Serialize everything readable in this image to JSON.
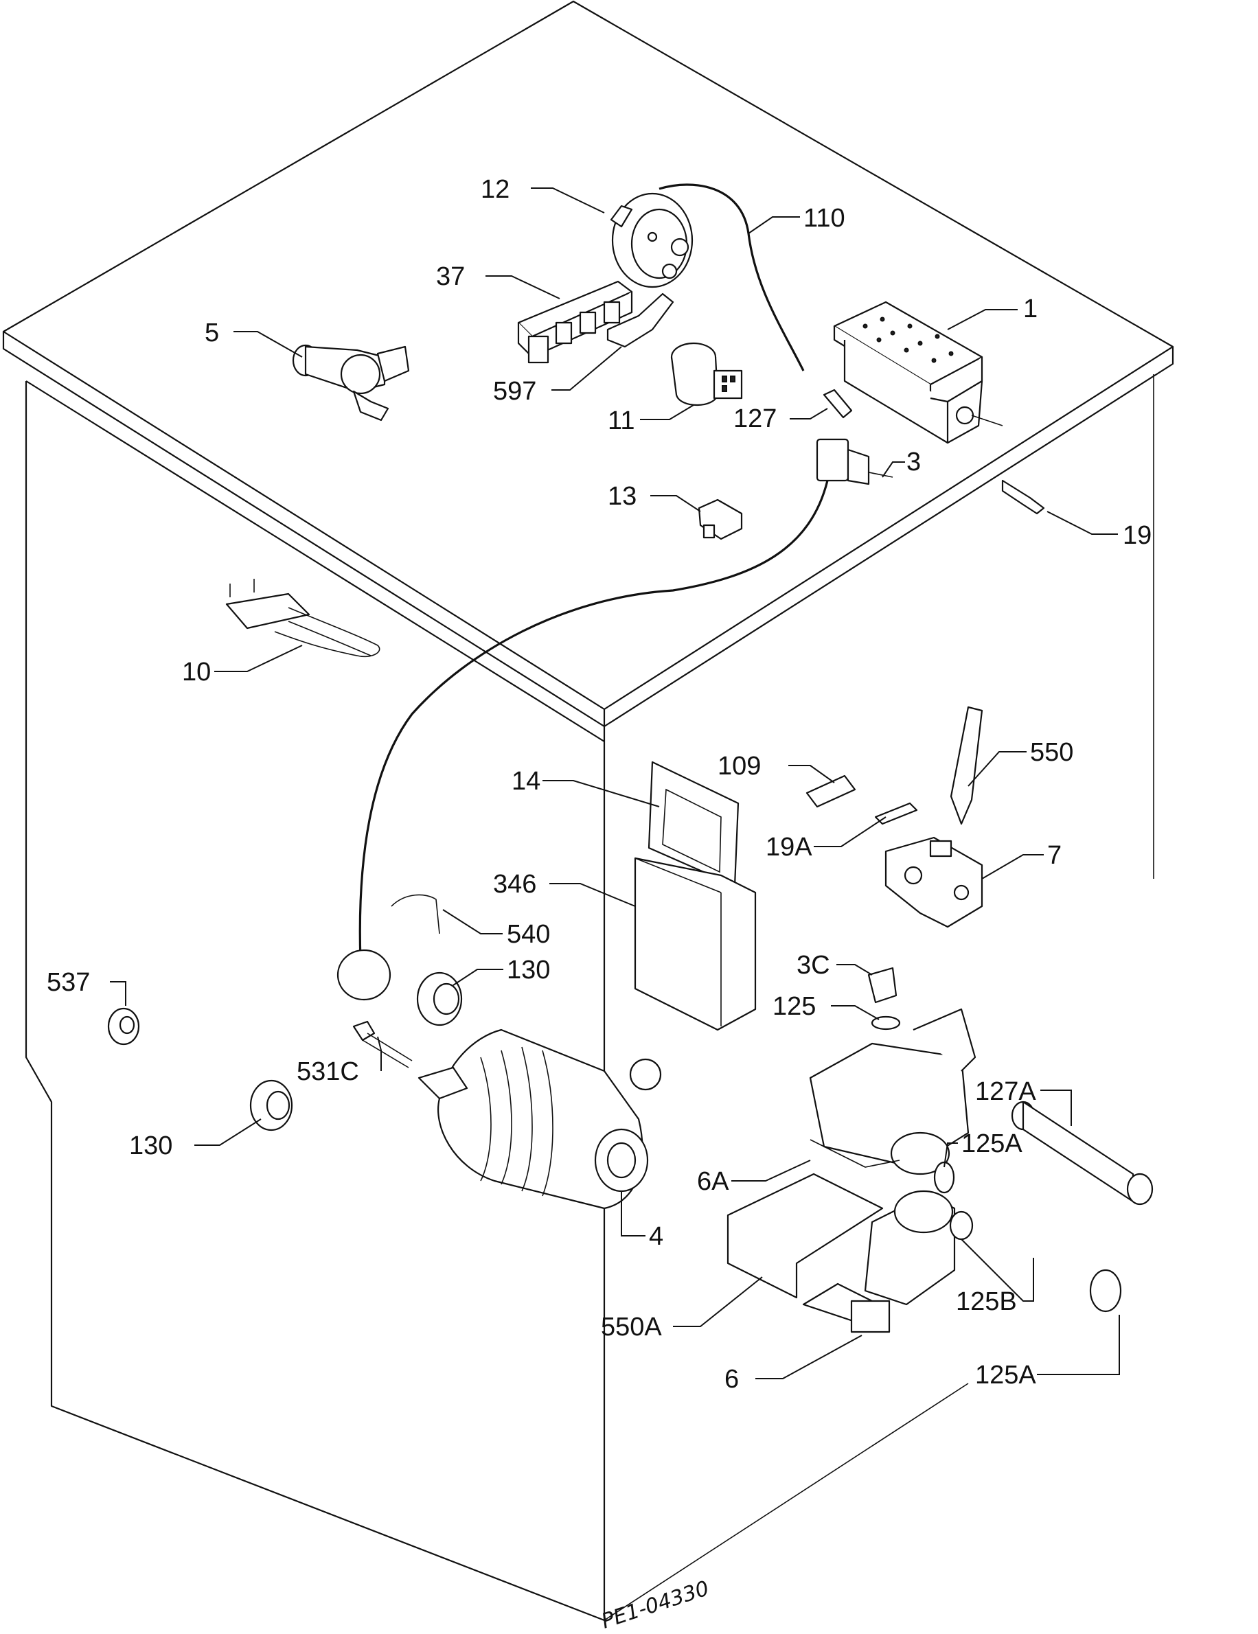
{
  "labels": {
    "l1": "1",
    "l3": "3",
    "l3c": "3C",
    "l4": "4",
    "l5": "5",
    "l6": "6",
    "l6a": "6A",
    "l7": "7",
    "l10": "10",
    "l11": "11",
    "l12": "12",
    "l13": "13",
    "l14": "14",
    "l19": "19",
    "l19a": "19A",
    "l37": "37",
    "l109": "109",
    "l110": "110",
    "l125": "125",
    "l125a_1": "125A",
    "l125a_2": "125A",
    "l125b": "125B",
    "l127": "127",
    "l127a": "127A",
    "l130_1": "130",
    "l130_2": "130",
    "l346": "346",
    "l531c": "531C",
    "l537": "537",
    "l540": "540",
    "l550": "550",
    "l550a": "550A",
    "l597": "597"
  },
  "drawing_code": "PE1-04330"
}
